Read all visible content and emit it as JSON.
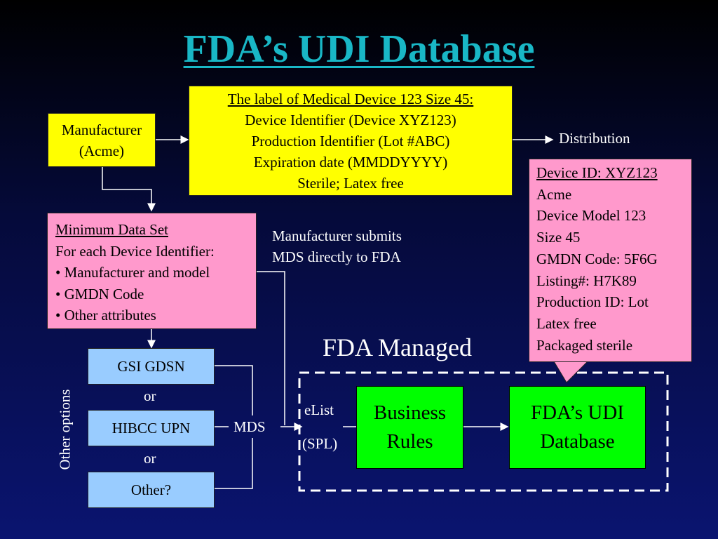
{
  "title": "FDA’s UDI Database",
  "manufacturer": {
    "line1": "Manufacturer",
    "line2": "(Acme)"
  },
  "label_box": {
    "heading": "The label of Medical Device 123 Size 45:",
    "lines": [
      "Device Identifier (Device XYZ123)",
      "Production Identifier (Lot #ABC)",
      "Expiration date (MMDDYYYY)",
      "Sterile; Latex free"
    ]
  },
  "distribution": "Distribution",
  "device_record": {
    "heading": "Device ID: XYZ123",
    "lines": [
      "Acme",
      "Device Model 123",
      "Size 45",
      "GMDN Code: 5F6G",
      "Listing#: H7K89",
      "Production ID: Lot",
      "Latex free",
      "Packaged sterile"
    ]
  },
  "mds_box": {
    "heading": "Minimum Data Set",
    "intro": "For each Device Identifier:",
    "bullets": [
      "• Manufacturer and model",
      "• GMDN Code",
      "• Other attributes"
    ]
  },
  "submit_note": {
    "line1": "Manufacturer submits",
    "line2": "MDS directly to FDA"
  },
  "fda_managed": "FDA Managed",
  "options": {
    "gsi": "GSI GDSN",
    "or1": "or",
    "hibcc": "HIBCC UPN",
    "or2": "or",
    "other": "Other?",
    "side_label": "Other options"
  },
  "mds_label": "MDS",
  "elist": "eList",
  "spl": "(SPL)",
  "business_rules": {
    "line1": "Business",
    "line2": "Rules"
  },
  "fda_db": {
    "line1": "FDA’s UDI",
    "line2": "Database"
  },
  "colors": {
    "title": "#19b7c6",
    "yellow": "#ffff00",
    "pink": "#ff99cc",
    "blue": "#99ccff",
    "green": "#00ff00"
  }
}
